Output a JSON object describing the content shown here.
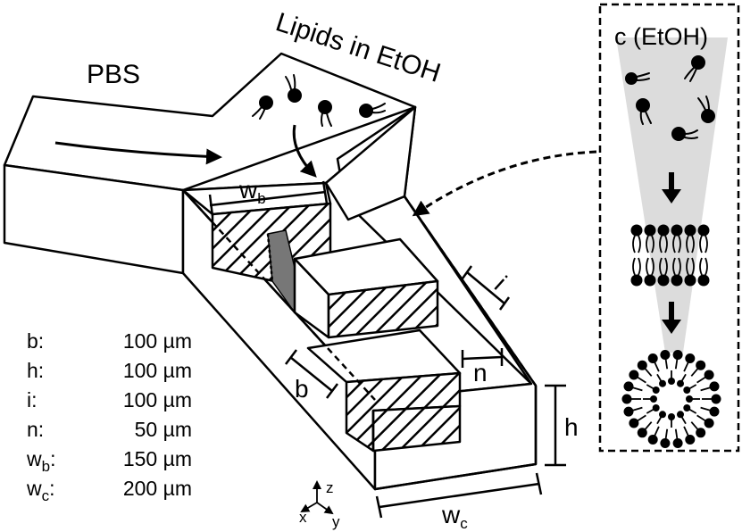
{
  "labels": {
    "pbs": "PBS",
    "lipids": "Lipids in EtOH",
    "concentration": "c (EtOH)"
  },
  "dimension_labels": {
    "wb_main": "w",
    "wb_sub": "b",
    "b": "b",
    "i": "i",
    "n": "n",
    "h": "h",
    "wc_main": "w",
    "wc_sub": "c"
  },
  "parameters": [
    {
      "name": "b",
      "sub": "",
      "value": "100 µm"
    },
    {
      "name": "h",
      "sub": "",
      "value": "100 µm"
    },
    {
      "name": "i",
      "sub": "",
      "value": "100 µm"
    },
    {
      "name": "n",
      "sub": "",
      "value": "50 µm"
    },
    {
      "name": "w",
      "sub": "b",
      "value": "150 µm"
    },
    {
      "name": "w",
      "sub": "c",
      "value": "200 µm"
    }
  ],
  "axes": {
    "x": "x",
    "y": "y",
    "z": "z"
  }
}
